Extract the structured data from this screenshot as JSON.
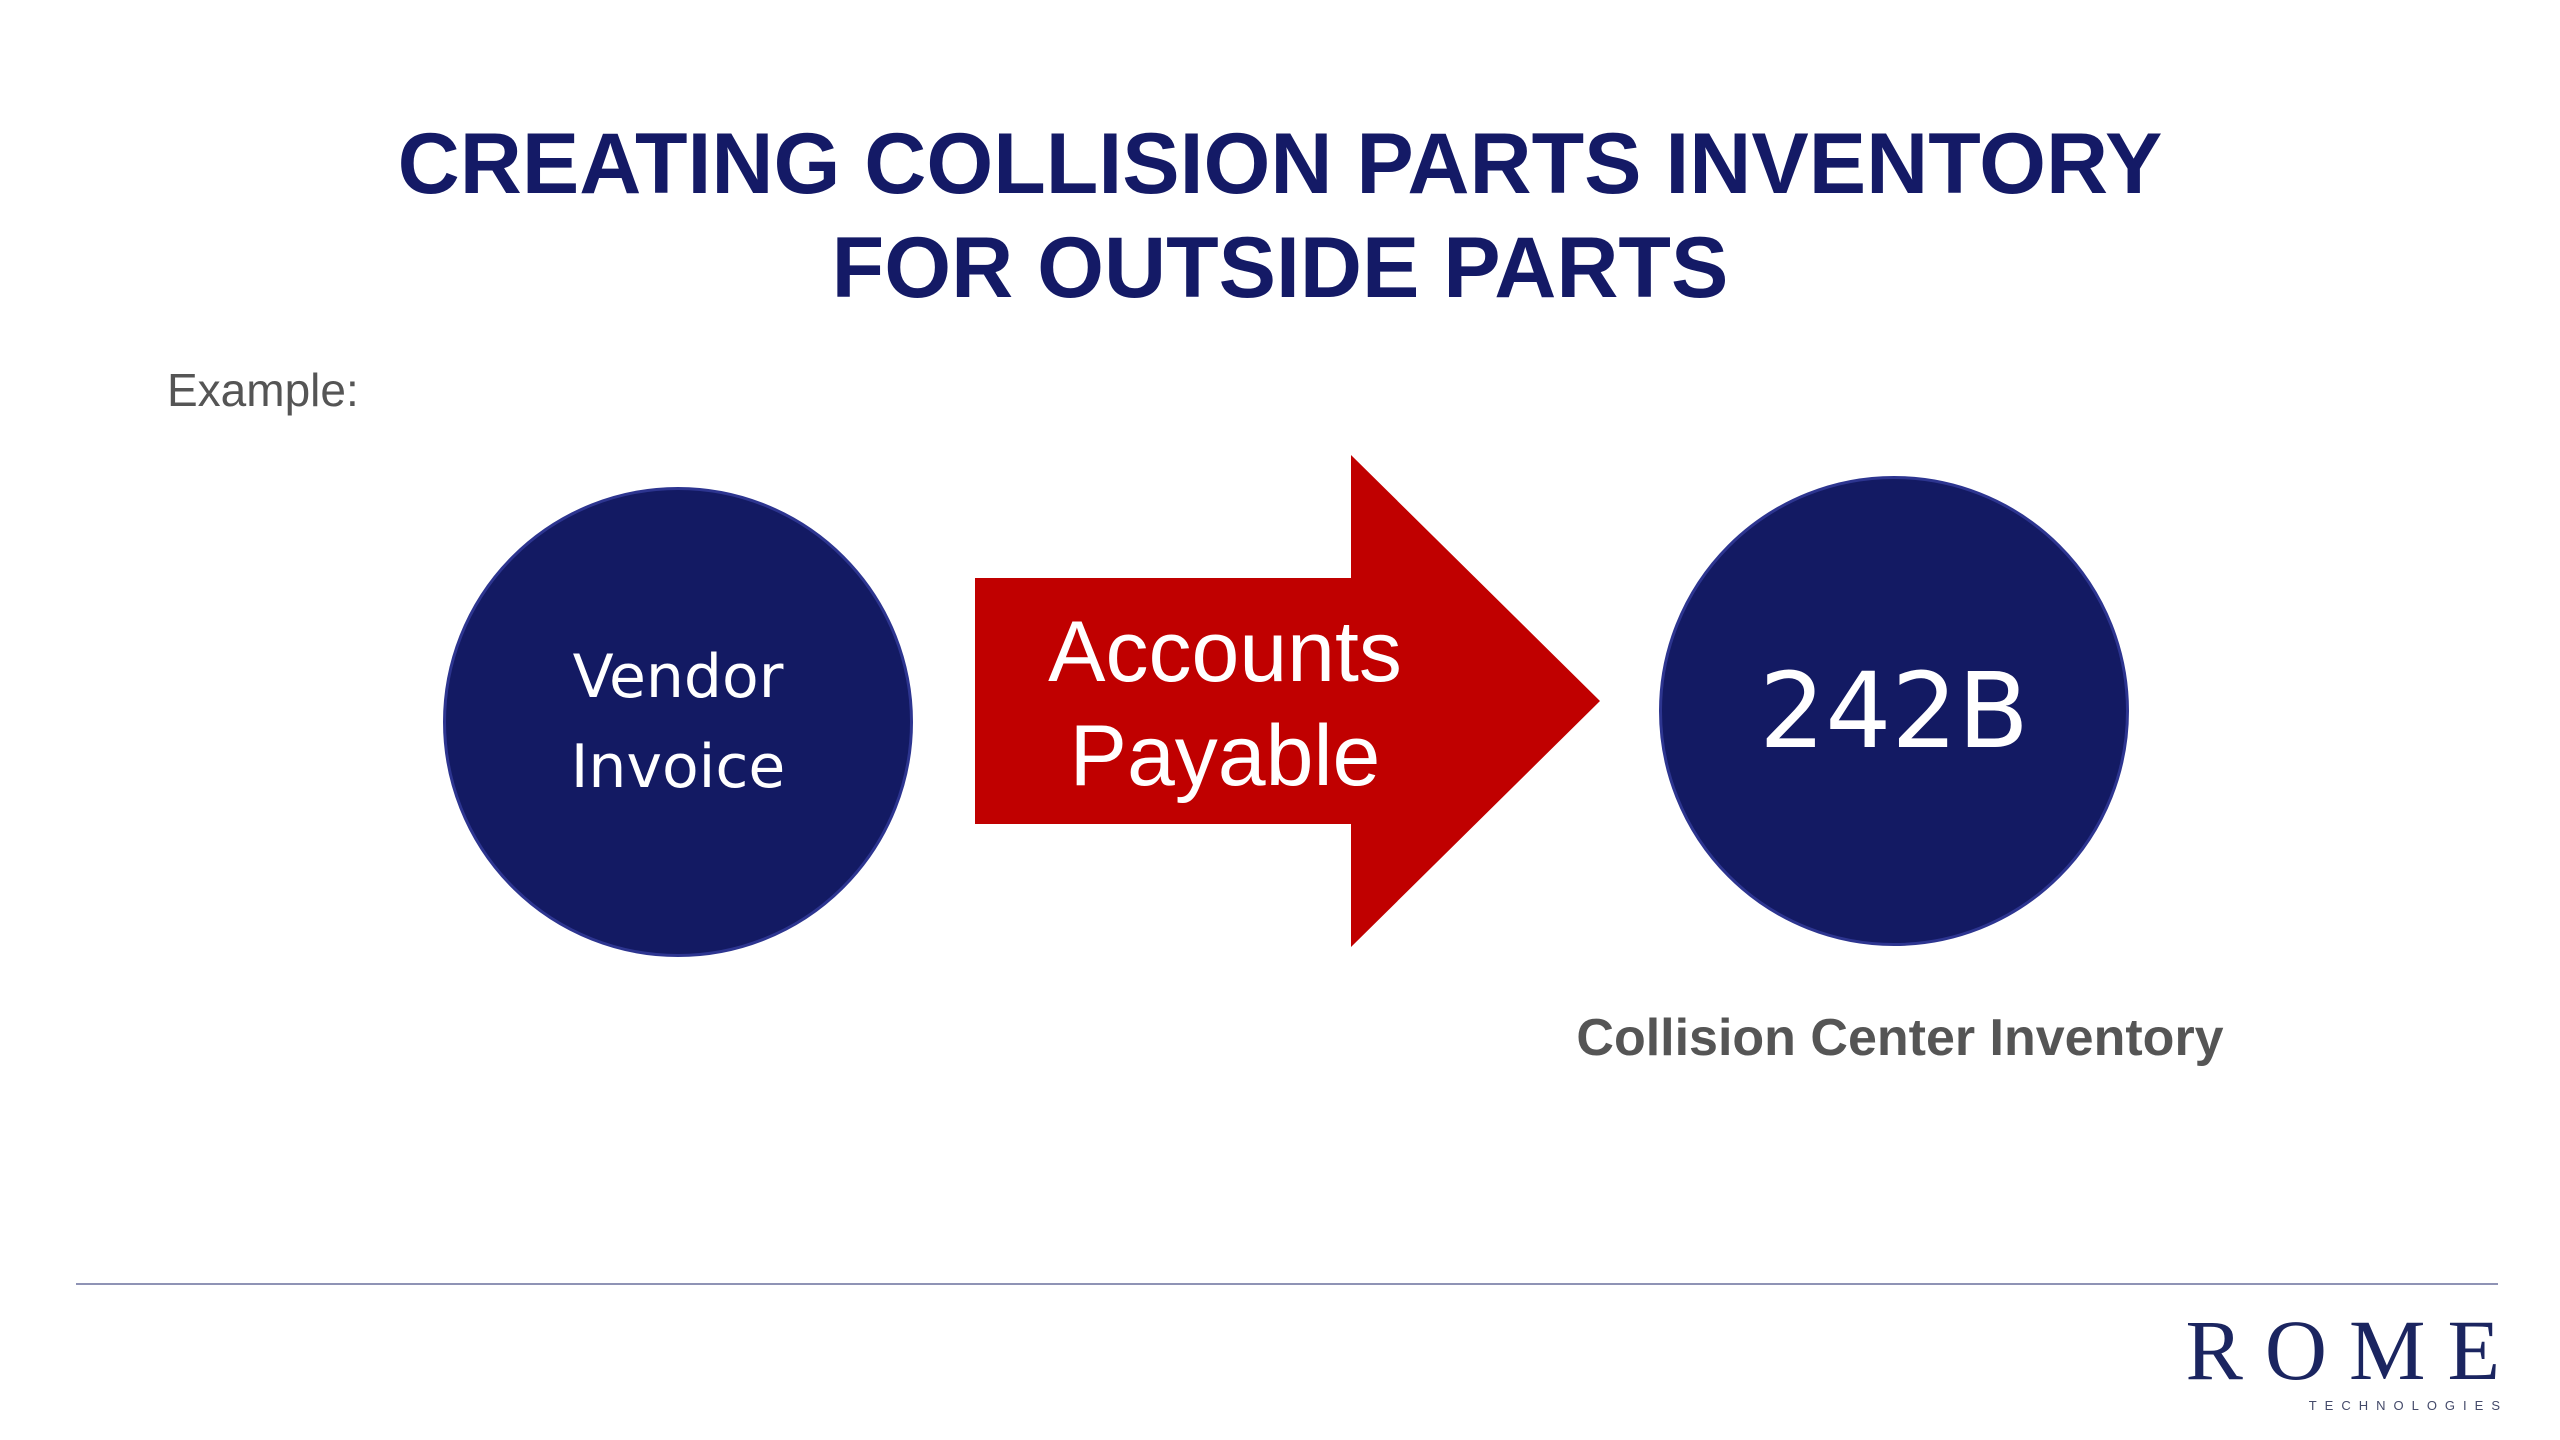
{
  "slide": {
    "title_line1": "CREATING COLLISION PARTS INVENTORY",
    "title_line2": "FOR OUTSIDE PARTS",
    "example_label": "Example:"
  },
  "diagram": {
    "source_node": {
      "line1": "Vendor",
      "line2": "Invoice",
      "color": "#131a63"
    },
    "arrow": {
      "line1": "Accounts",
      "line2": "Payable",
      "color": "#c00000"
    },
    "target_node": {
      "label": "242B",
      "caption": "Collision Center Inventory",
      "color": "#131a63"
    }
  },
  "footer": {
    "logo_main": "ROME",
    "logo_sub": "TECHNOLOGIES"
  }
}
